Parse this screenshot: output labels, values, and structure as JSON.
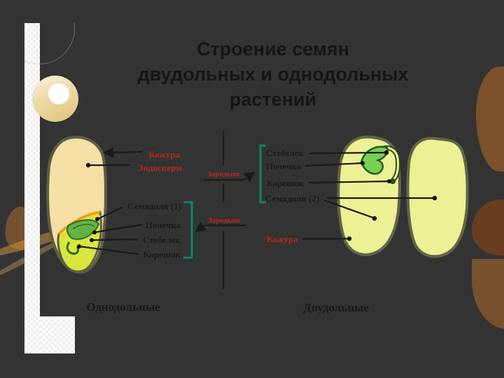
{
  "slide": {
    "title_lines": [
      "Строение семян",
      "двудольных и однодольных",
      "растений"
    ]
  },
  "labels": {
    "left": {
      "kozhura": "Кожура",
      "endosperm": "Эндосперм",
      "semyadolya": "Семядоля (1)",
      "pochechka": "Почечка",
      "stebelek": "Стебелек",
      "koreshok": "Корешок",
      "category": "Однодольные"
    },
    "middle": {
      "zarodysh_top": "Зародыш",
      "zarodysh_bottom": "Зародыш"
    },
    "right": {
      "stebelek": "Стебелек",
      "pochechka": "Почечка",
      "koreshok": "Корешок",
      "semyadoli": "Семядоли (2)",
      "kozhura": "Кожура",
      "category": "Двудольные"
    }
  },
  "colors": {
    "red_label": "#b5271d",
    "black_label": "#1a1a1a",
    "bracket_teal": "#12826b",
    "seed_outline": "#5d5e45",
    "monocot_body": "#f6e0a6",
    "monocot_embryo_bg": "#d9e63e",
    "scutellum_line": "#eb9e18",
    "embryo_green": "#64b243",
    "embryo_green_dark": "#2b6e22",
    "dicot_body": "#edf195",
    "dicot_leaf_green": "#7ccf54",
    "background_orange": "#b85a0e",
    "panel_white": "#ffffff"
  }
}
